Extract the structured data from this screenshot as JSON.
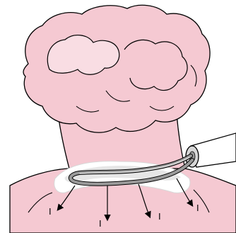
{
  "figure": {
    "colors": {
      "background": "#ffffff",
      "tissue_pink": "#f5c9d2",
      "tissue_light": "#f9dde3",
      "tissue_outline": "#000000",
      "band_white": "#ffffff",
      "band_grey": "#dcdcdc",
      "wire_grey": "#8a8a8a",
      "wire_highlight": "#e8e8e8",
      "sheath_grey": "#bdbdbd"
    },
    "labels": {
      "current_1": "I",
      "current_2": "I",
      "current_3": "I",
      "current_4": "I"
    }
  }
}
